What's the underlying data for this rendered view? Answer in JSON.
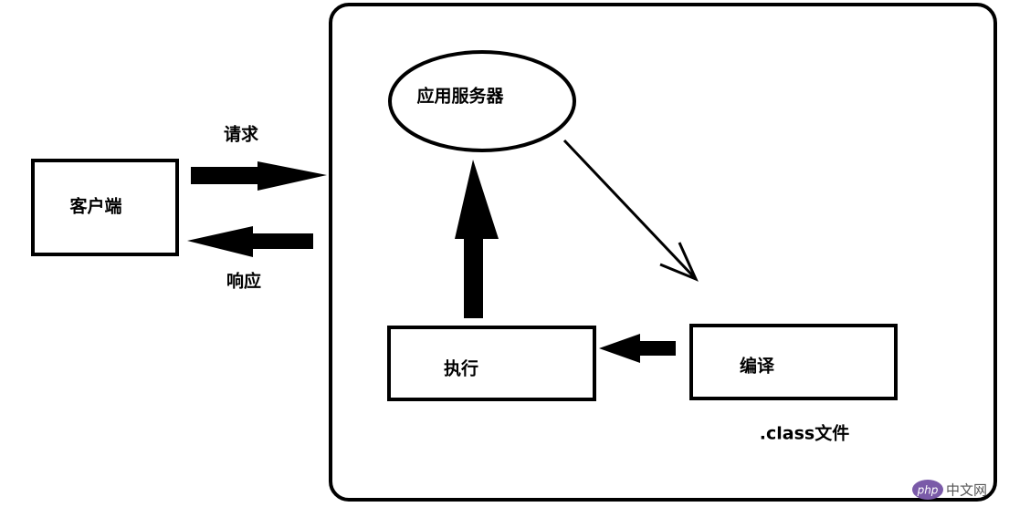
{
  "nodes": {
    "client": "客户端",
    "app_server": "应用服务器",
    "execute": "执行",
    "compile": "编译"
  },
  "edges": {
    "request": "请求",
    "response": "响应"
  },
  "annotation": ".class文件",
  "watermark": {
    "logo_text": "php",
    "site_text": "中文网"
  }
}
